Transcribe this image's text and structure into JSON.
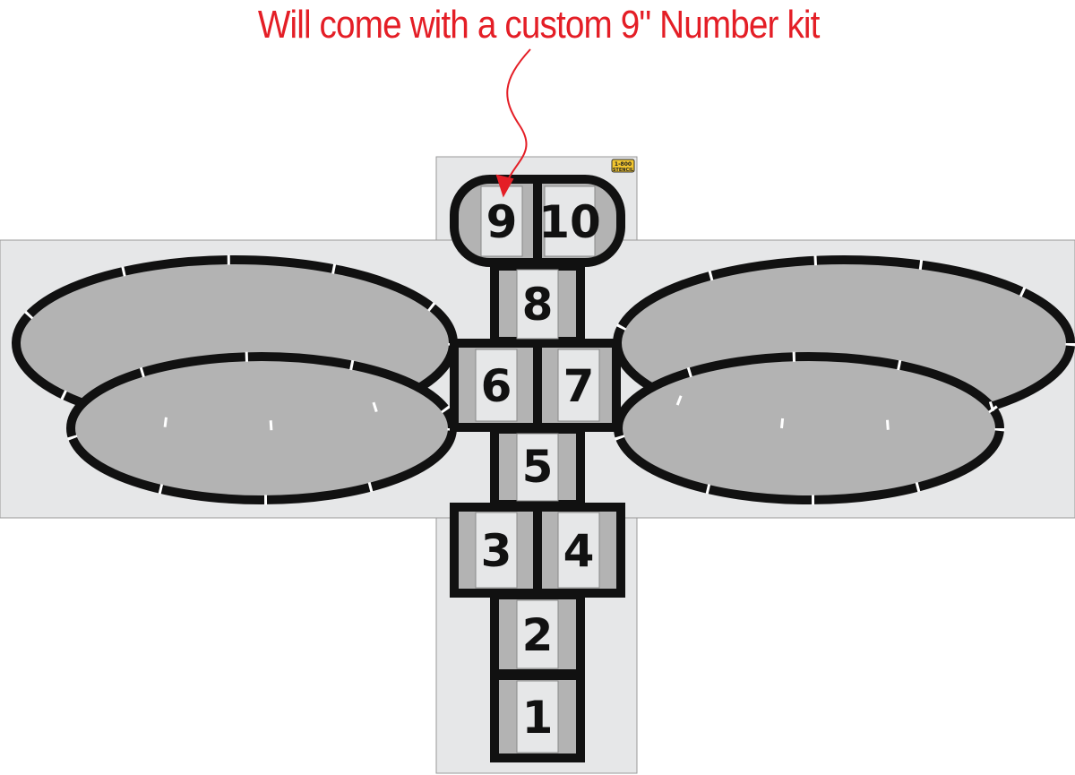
{
  "caption": "Will come with a custom 9\" Number kit",
  "logo": {
    "line1": "1-800",
    "line2": "STENCIL"
  },
  "squares": [
    "1",
    "2",
    "3",
    "4",
    "5",
    "6",
    "7",
    "8",
    "9",
    "10"
  ],
  "colors": {
    "caption": "#e41e26",
    "panel": "#e6e7e8",
    "fill": "#b3b3b3",
    "stroke": "#111111"
  }
}
